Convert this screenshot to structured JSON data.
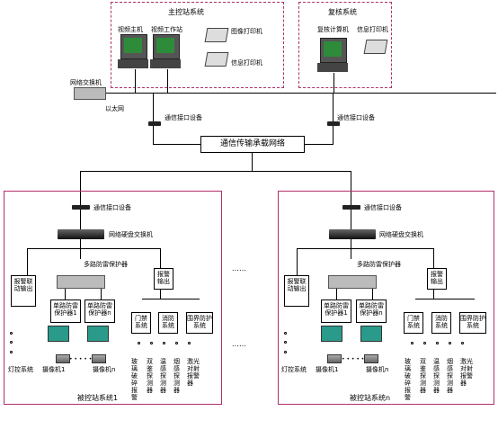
{
  "main_station": {
    "title": "主控站系统",
    "host": "视频主机",
    "workstation": "视频工作站",
    "image_printer": "图像打印机",
    "info_printer": "信息打印机"
  },
  "review_system": {
    "title": "复核系统",
    "computer": "复核计算机",
    "printer": "信息打印机"
  },
  "network_switch": "网络交换机",
  "ethernet": "以太网",
  "comm_interface": "通信接口设备",
  "carrier_network": "通信传输承载网络",
  "substation_1": {
    "comm_interface": "通信接口设备",
    "hdd_switch": "网络硬盘交换机",
    "multi_protector": "多路防雷保护器",
    "alarm_linkage": "报警联动输出",
    "alarm_output": "报警输出",
    "single_protector_1": "单路防雷保护器1",
    "single_protector_n": "单路防雷保护器n",
    "access": "门禁系统",
    "fire": "消防系统",
    "perimeter": "围界防护系统",
    "light": "灯控系统",
    "camera_1": "摄像机1",
    "camera_n": "摄像机n",
    "sensors": [
      "玻璃破碎报警",
      "双鉴探测器",
      "温感探测器",
      "烟感探测器",
      "激光对射报警器"
    ],
    "caption": "被控站系统1"
  },
  "substation_n": {
    "comm_interface": "通信接口设备",
    "hdd_switch": "网络硬盘交换机",
    "multi_protector": "多路防雷保护器",
    "alarm_linkage": "报警联动输出",
    "alarm_output": "报警输出",
    "single_protector_1": "单路防雷保护器1",
    "single_protector_n": "单路防雷保护器n",
    "access": "门禁系统",
    "fire": "消防系统",
    "perimeter": "围界防护系统",
    "light": "灯控系统",
    "camera_1": "摄像机1",
    "camera_n": "摄像机n",
    "sensors": [
      "玻璃破碎报警",
      "双鉴探测器",
      "温感探测器",
      "烟感探测器",
      "激光对射报警器"
    ],
    "caption": "被控站系统n"
  },
  "ellipsis": "……",
  "camera_dots": "• • • • • •",
  "colors": {
    "border": "#b0306a",
    "monitor": "#2e8b3a",
    "protector": "#2a9a8a"
  }
}
